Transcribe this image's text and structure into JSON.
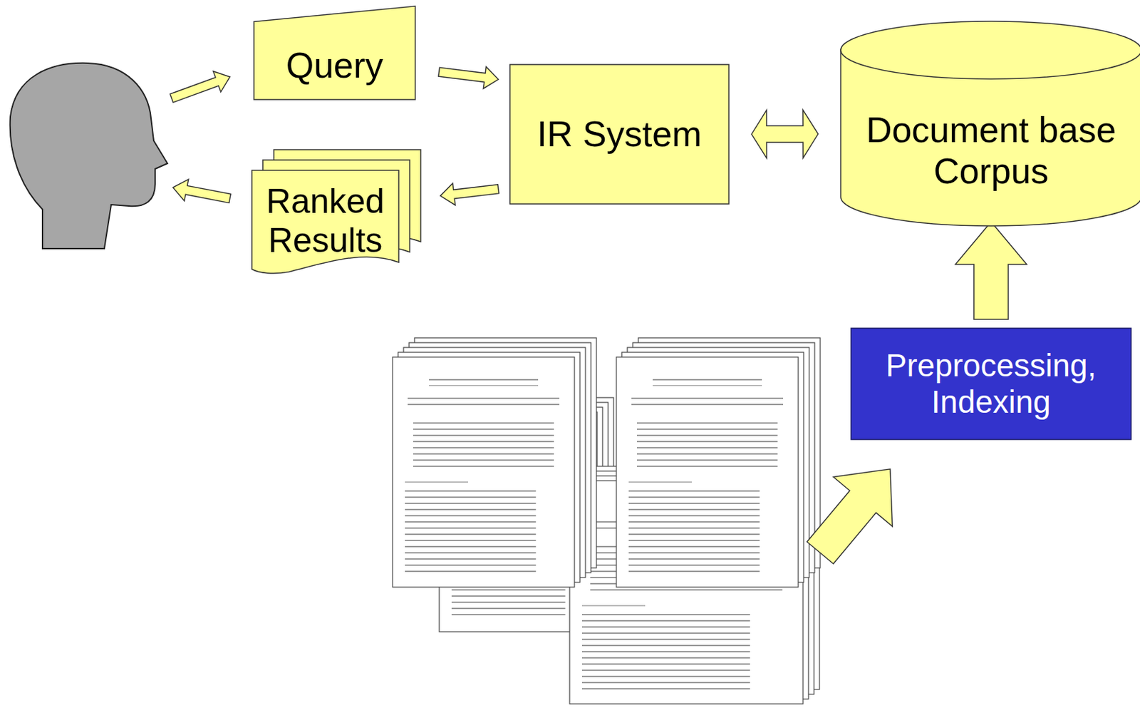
{
  "diagram": {
    "nodes": [
      {
        "text": [
          "Query"
        ]
      },
      {
        "text": [
          "IR System"
        ]
      },
      {
        "text": [
          "Ranked Results"
        ]
      },
      {
        "text": [
          "Document base Corpus"
        ]
      },
      {
        "text": [
          "Preprocessing, Indexing"
        ]
      }
    ],
    "edges": [
      {
        "from": 0,
        "to": 1,
        "arrow": "to"
      },
      {
        "from": 1,
        "to": 2,
        "arrow": "to"
      },
      {
        "from": 1,
        "to": 3,
        "arrow": "both"
      },
      {
        "from": 4,
        "to": 3,
        "arrow": "to"
      }
    ]
  }
}
